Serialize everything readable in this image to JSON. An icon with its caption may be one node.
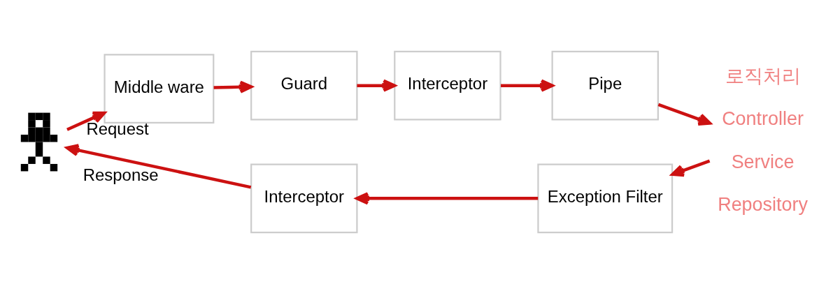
{
  "diagram": {
    "nodes": [
      {
        "text": [],
        "shape": "person"
      },
      {
        "text": [
          "Middle ware"
        ]
      },
      {
        "text": [
          "Guard"
        ]
      },
      {
        "text": [
          "Interceptor"
        ]
      },
      {
        "text": [
          "Pipe"
        ]
      },
      {
        "text": [
          "로직처리",
          "Controller",
          "Service",
          "Repository"
        ]
      },
      {
        "text": [
          "Exception Filter"
        ]
      },
      {
        "text": [
          "Interceptor"
        ]
      }
    ],
    "edges": [
      {
        "from": 0,
        "to": 1,
        "arrow": "to",
        "label": "Request"
      },
      {
        "from": 1,
        "to": 2,
        "arrow": "to"
      },
      {
        "from": 2,
        "to": 3,
        "arrow": "to"
      },
      {
        "from": 3,
        "to": 4,
        "arrow": "to"
      },
      {
        "from": 4,
        "to": 5,
        "arrow": "to"
      },
      {
        "from": 5,
        "to": 6,
        "arrow": "to"
      },
      {
        "from": 6,
        "to": 7,
        "arrow": "to"
      },
      {
        "from": 7,
        "to": 0,
        "arrow": "to",
        "label": "Response"
      }
    ]
  }
}
